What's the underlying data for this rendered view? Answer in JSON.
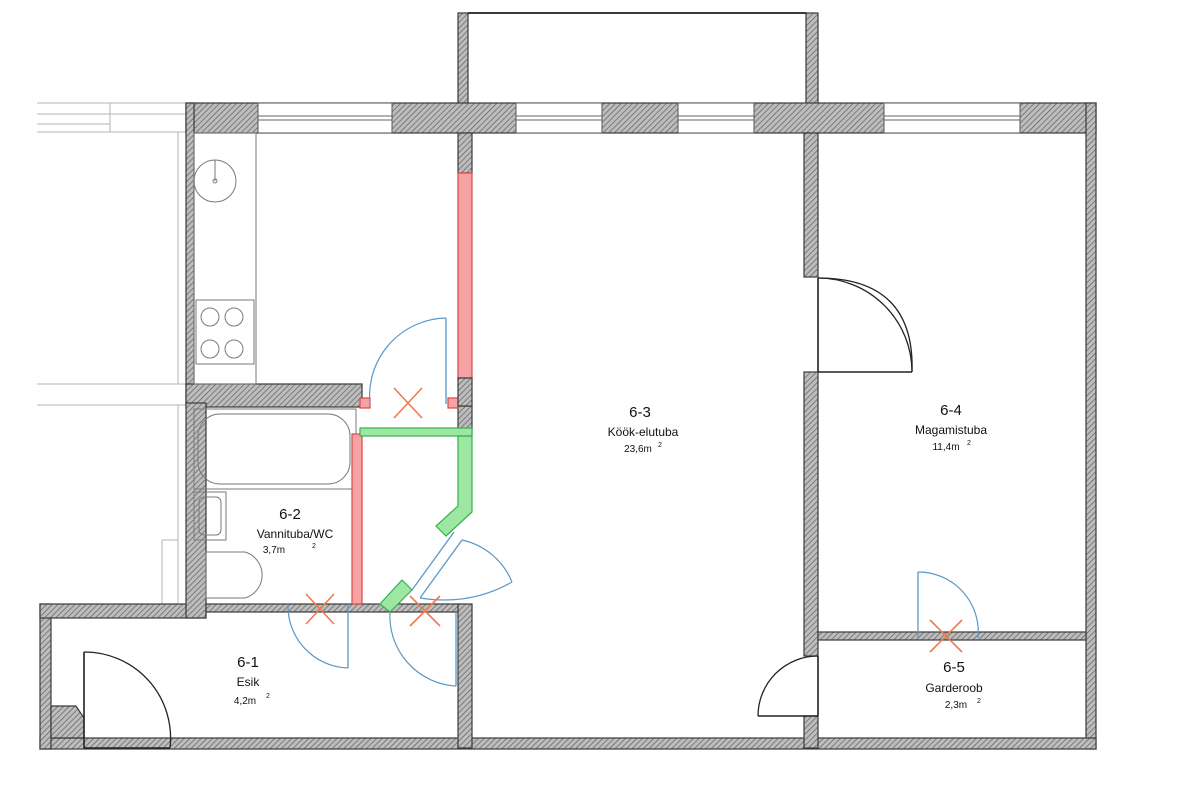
{
  "rooms": [
    {
      "id": "6-1",
      "name": "Esik",
      "area": "4,2m",
      "area_sup": "2"
    },
    {
      "id": "6-2",
      "name": "Vannituba/WC",
      "area": "3,7m",
      "area_sup": "2"
    },
    {
      "id": "6-3",
      "name": "Köök-elutuba",
      "area": "23,6m",
      "area_sup": "2"
    },
    {
      "id": "6-4",
      "name": "Magamistuba",
      "area": "11,4m",
      "area_sup": "2"
    },
    {
      "id": "6-5",
      "name": "Garderoob",
      "area": "2,3m",
      "area_sup": "2"
    }
  ],
  "colors": {
    "wall_hatch": "#7a7a7a",
    "demolished_wall": "#f7a3a3",
    "new_wall": "#9ee7a3",
    "removed_door_cross": "#ee7b4e",
    "new_door": "#5b98c7"
  }
}
